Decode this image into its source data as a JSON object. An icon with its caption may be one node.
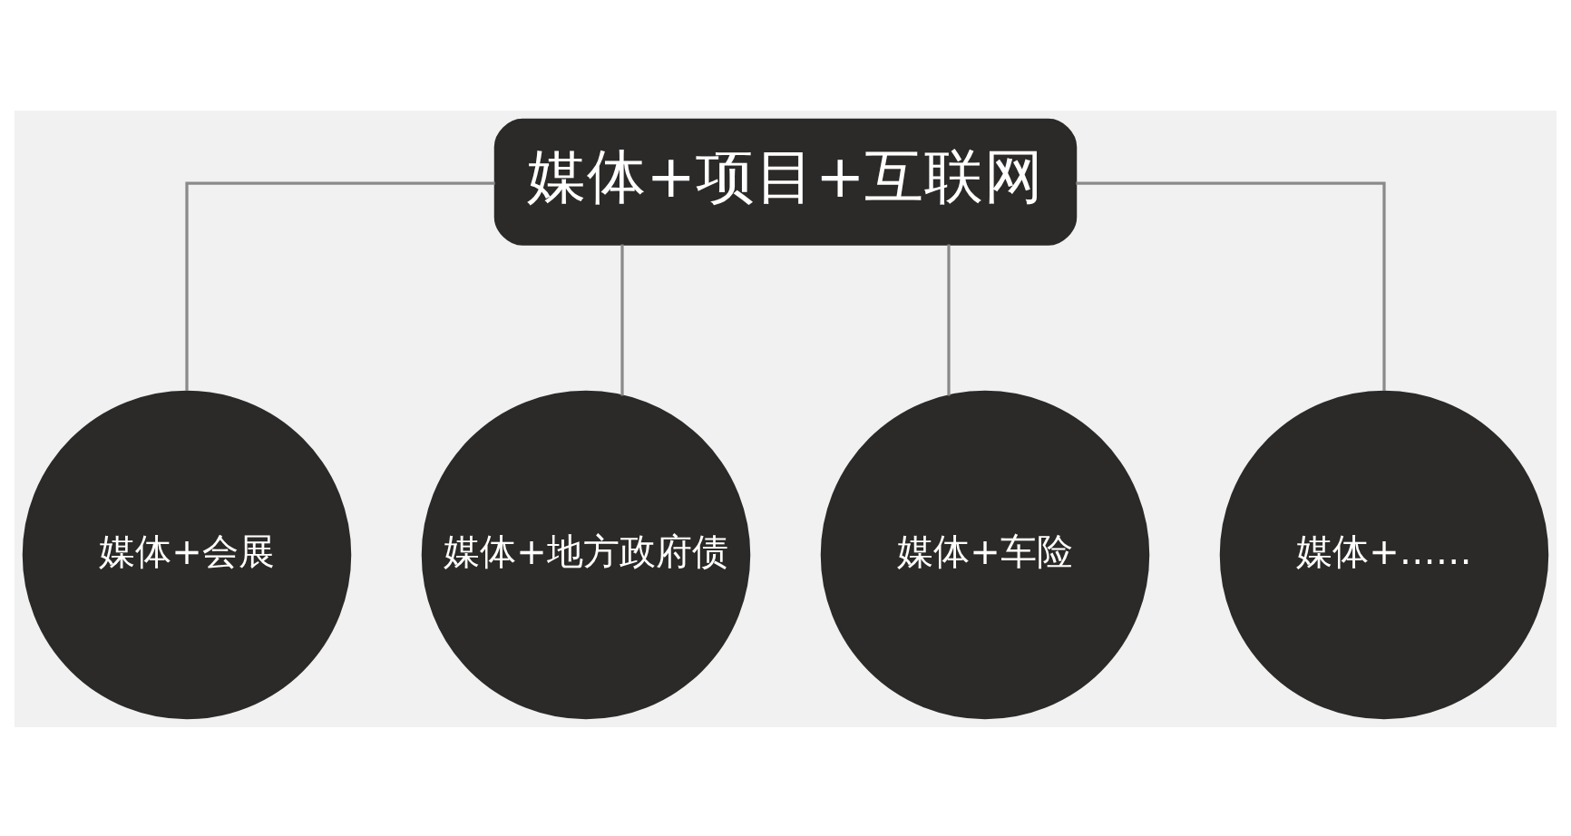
{
  "diagram": {
    "nodes": [
      {
        "text": [
          "媒体+项目+互联网"
        ]
      },
      {
        "text": [
          "媒体+会展"
        ]
      },
      {
        "text": [
          "媒体+地方政府债"
        ]
      },
      {
        "text": [
          "媒体+车险"
        ]
      },
      {
        "text": [
          "媒体+……"
        ]
      }
    ],
    "edges": [
      {
        "from": 0,
        "to": 1,
        "arrow": "none"
      },
      {
        "from": 0,
        "to": 2,
        "arrow": "none"
      },
      {
        "from": 0,
        "to": 3,
        "arrow": "none"
      },
      {
        "from": 0,
        "to": 4,
        "arrow": "none"
      }
    ]
  }
}
